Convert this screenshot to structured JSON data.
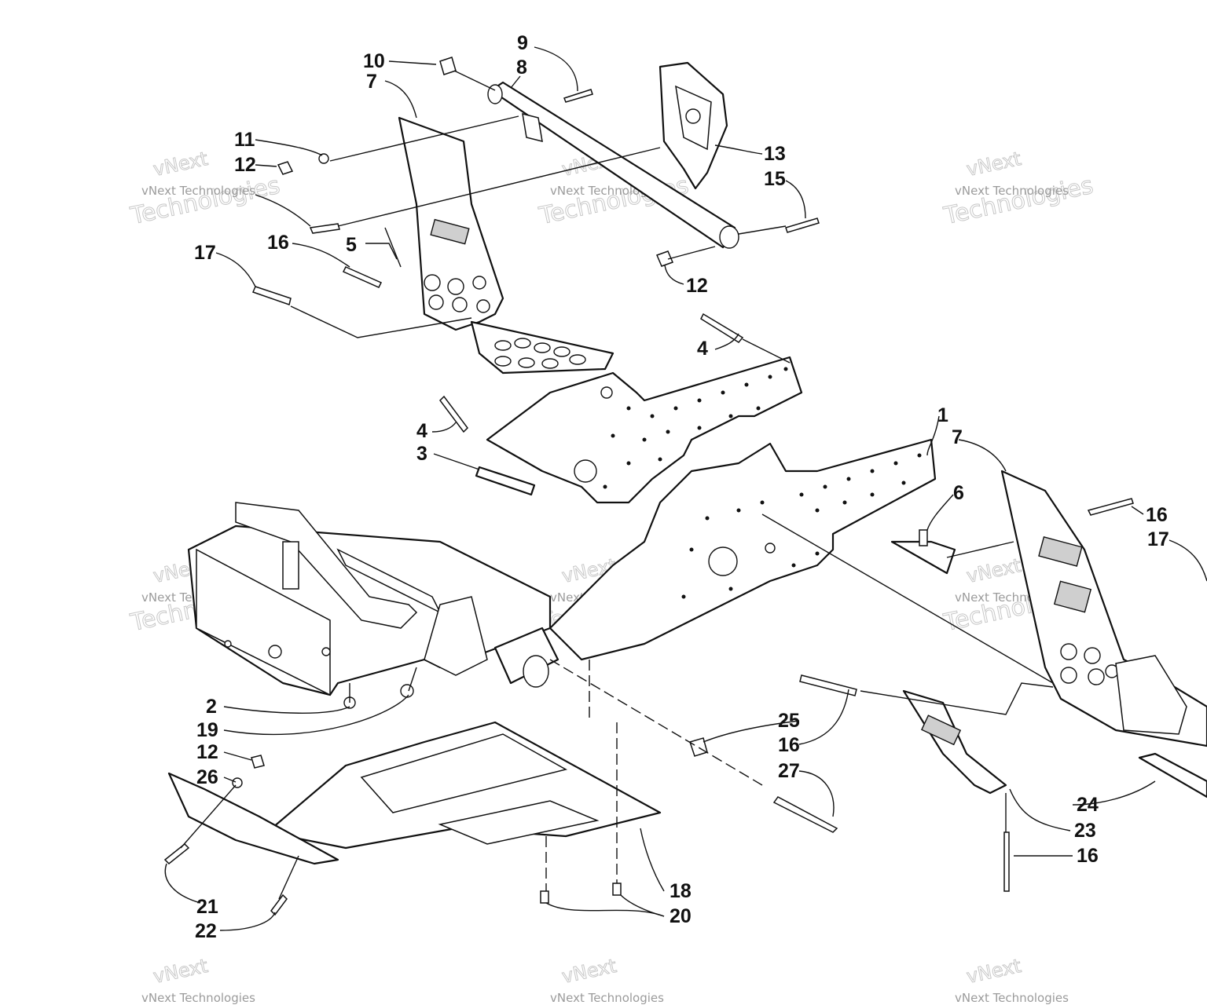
{
  "watermark": {
    "brand": "vNext",
    "line1": "vNext Technologies",
    "line2": "Technologies"
  },
  "callouts": {
    "c1": "1",
    "c2": "2",
    "c3": "3",
    "c4a": "4",
    "c4b": "4",
    "c5": "5",
    "c6": "6",
    "c7a": "7",
    "c7b": "7",
    "c8": "8",
    "c9": "9",
    "c10": "10",
    "c11": "11",
    "c12a": "12",
    "c12b": "12",
    "c12c": "12",
    "c13": "13",
    "c15": "15",
    "c16a": "16",
    "c16b": "16",
    "c16c": "16",
    "c16d": "16",
    "c17a": "17",
    "c17b": "17",
    "c18": "18",
    "c19": "19",
    "c20": "20",
    "c21": "21",
    "c22": "22",
    "c23": "23",
    "c24": "24",
    "c25": "25",
    "c26": "26",
    "c27": "27"
  }
}
